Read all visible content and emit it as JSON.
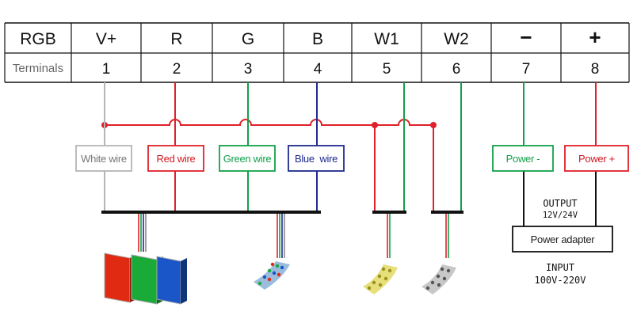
{
  "table": {
    "headers": [
      "RGB",
      "V+",
      "R",
      "G",
      "B",
      "W1",
      "W2",
      "−",
      "+"
    ],
    "row_label": "Terminals",
    "terminals": [
      "1",
      "2",
      "3",
      "4",
      "5",
      "6",
      "7",
      "8"
    ]
  },
  "wires": {
    "white": "White wire",
    "red": "Red wire",
    "green": "Green wire",
    "blue": "Blue  wire",
    "power_neg": "Power -",
    "power_pos": "Power +"
  },
  "power": {
    "output_label": "OUTPUT",
    "output_value": "12V/24V",
    "adapter": "Power adapter",
    "input_label": "INPUT",
    "input_value": "100V-220V"
  },
  "colors": {
    "white_wire": "#b5b5b5",
    "red_wire": "#e0202a",
    "green_wire": "#12a04a",
    "blue_wire": "#1f2a8c",
    "panel_red": "#e02a12",
    "panel_green": "#1aaa38",
    "panel_blue": "#1a56c8"
  },
  "icons": [
    "rgb-panels-icon",
    "rgb-led-strip-icon",
    "warm-white-led-strip-icon",
    "cool-white-led-strip-icon"
  ]
}
